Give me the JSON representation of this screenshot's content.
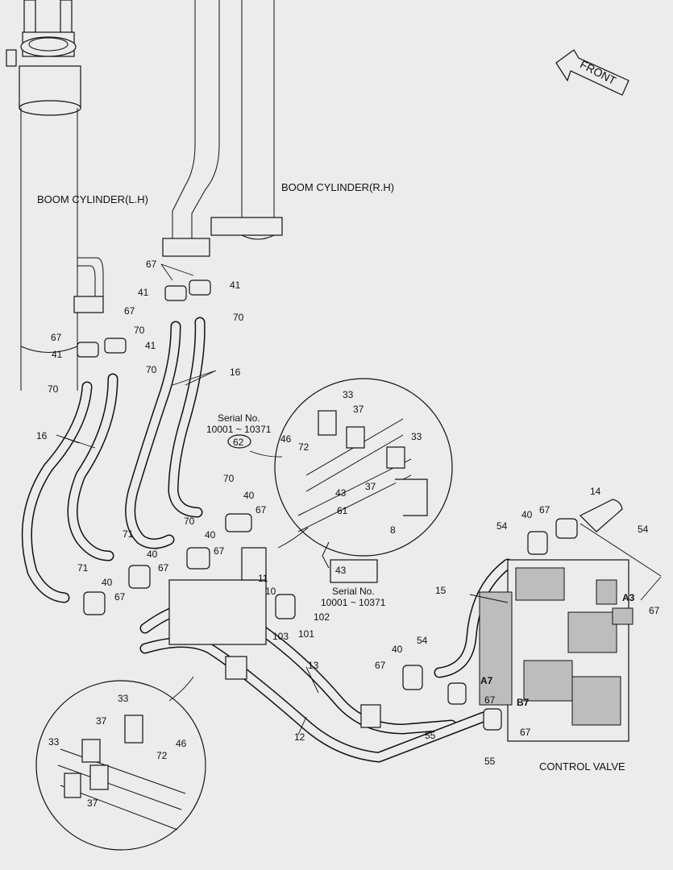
{
  "labels": {
    "boom_cylinder_lh": "BOOM CYLINDER(L.H)",
    "boom_cylinder_rh": "BOOM CYLINDER(R.H)",
    "control_valve": "CONTROL VALVE",
    "front": "FRONT",
    "serial_title": "Serial No.",
    "serial_range": "10001 ~ 10371",
    "serial_title_box": "Serial No.",
    "serial_range_box": "10001 ~ 10371",
    "port_a3": "A3",
    "port_a7": "A7",
    "port_b7": "B7"
  },
  "callouts": [
    {
      "id": "c67a",
      "text": "67"
    },
    {
      "id": "c41a",
      "text": "41"
    },
    {
      "id": "c41b",
      "text": "41"
    },
    {
      "id": "c70a",
      "text": "70"
    },
    {
      "id": "c70b",
      "text": "70"
    },
    {
      "id": "c67b",
      "text": "67"
    },
    {
      "id": "c67c",
      "text": "67"
    },
    {
      "id": "c41c",
      "text": "41"
    },
    {
      "id": "c41d",
      "text": "41"
    },
    {
      "id": "c70c",
      "text": "70"
    },
    {
      "id": "c70d",
      "text": "70"
    },
    {
      "id": "c16a",
      "text": "16"
    },
    {
      "id": "c16b",
      "text": "16"
    },
    {
      "id": "c70e",
      "text": "70"
    },
    {
      "id": "c40a",
      "text": "40"
    },
    {
      "id": "c67d",
      "text": "67"
    },
    {
      "id": "c70f",
      "text": "70"
    },
    {
      "id": "c40b",
      "text": "40"
    },
    {
      "id": "c67e",
      "text": "67"
    },
    {
      "id": "c71a",
      "text": "71"
    },
    {
      "id": "c40c",
      "text": "40"
    },
    {
      "id": "c67f",
      "text": "67"
    },
    {
      "id": "c71b",
      "text": "71"
    },
    {
      "id": "c40d",
      "text": "40"
    },
    {
      "id": "c67g",
      "text": "67"
    },
    {
      "id": "c11",
      "text": "11"
    },
    {
      "id": "c10",
      "text": "10"
    },
    {
      "id": "c102",
      "text": "102"
    },
    {
      "id": "c103",
      "text": "103"
    },
    {
      "id": "c101",
      "text": "101"
    },
    {
      "id": "c13",
      "text": "13"
    },
    {
      "id": "c12",
      "text": "12"
    },
    {
      "id": "c33a",
      "text": "33"
    },
    {
      "id": "c37a",
      "text": "37"
    },
    {
      "id": "c46a",
      "text": "46"
    },
    {
      "id": "c72a",
      "text": "72"
    },
    {
      "id": "c33b",
      "text": "33"
    },
    {
      "id": "c37b",
      "text": "37"
    },
    {
      "id": "c43a",
      "text": "43"
    },
    {
      "id": "c61",
      "text": "61"
    },
    {
      "id": "c8",
      "text": "8"
    },
    {
      "id": "c62",
      "text": "62"
    },
    {
      "id": "c43b",
      "text": "43"
    },
    {
      "id": "c14",
      "text": "14"
    },
    {
      "id": "c54a",
      "text": "54"
    },
    {
      "id": "c40e",
      "text": "40"
    },
    {
      "id": "c67h",
      "text": "67"
    },
    {
      "id": "c54b",
      "text": "54"
    },
    {
      "id": "c15",
      "text": "15"
    },
    {
      "id": "c67i",
      "text": "67"
    },
    {
      "id": "c40f",
      "text": "40"
    },
    {
      "id": "c54c",
      "text": "54"
    },
    {
      "id": "c67j",
      "text": "67"
    },
    {
      "id": "c67k",
      "text": "67"
    },
    {
      "id": "c55a",
      "text": "55"
    },
    {
      "id": "c67l",
      "text": "67"
    },
    {
      "id": "c55b",
      "text": "55"
    },
    {
      "id": "c33c",
      "text": "33"
    },
    {
      "id": "c37c",
      "text": "37"
    },
    {
      "id": "c46b",
      "text": "46"
    },
    {
      "id": "c72b",
      "text": "72"
    },
    {
      "id": "c33d",
      "text": "33"
    },
    {
      "id": "c37d",
      "text": "37"
    }
  ]
}
